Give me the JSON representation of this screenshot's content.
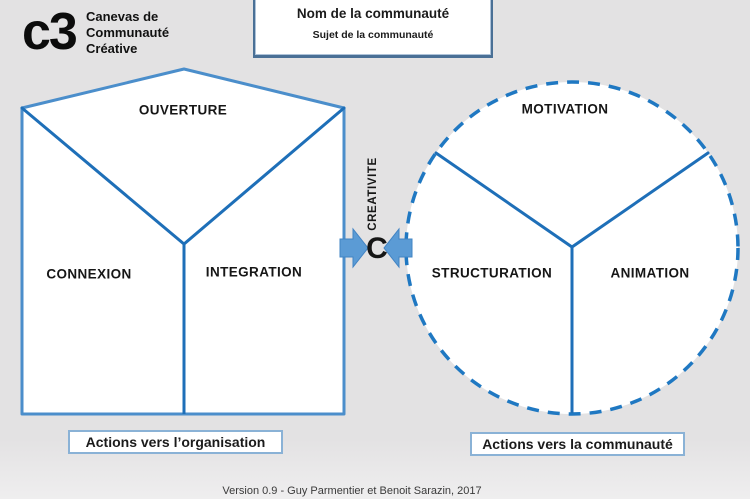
{
  "logo": {
    "mark": "c3",
    "tagline_lines": [
      "Canevas de",
      "Communauté",
      "Créative"
    ]
  },
  "header_box": {
    "title": "Nom de la communauté",
    "subtitle": "Sujet de la communauté"
  },
  "organisation_shape": {
    "top_label": "OUVERTURE",
    "left_label": "CONNEXION",
    "right_label": "INTEGRATION",
    "caption": "Actions vers l’organisation"
  },
  "community_shape": {
    "top_label": "MOTIVATION",
    "left_label": "STRUCTURATION",
    "right_label": "ANIMATION",
    "caption": "Actions vers la communauté"
  },
  "center": {
    "vertical_label": "CREATIVITE",
    "letter": "C"
  },
  "footer": {
    "version": "Version 0.9 - Guy Parmentier et Benoit Sarazin, 2017"
  },
  "colors": {
    "background": "#e3e2e3",
    "shape_fill": "#ffffff",
    "pentagon_outline": "#4b8ecb",
    "divider_line": "#1e6fb8",
    "circle_dash": "#1f78c2",
    "arrow_fill": "#5b9bd5",
    "arrow_edge": "#4284c4",
    "header_border": "#4a7096",
    "caption_border": "#8ab2d6"
  }
}
